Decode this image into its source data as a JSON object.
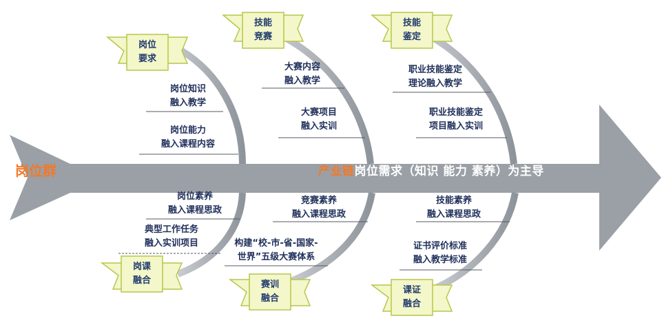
{
  "spine": {
    "left_label": "岗位群",
    "right_label_part1": "产业链",
    "right_label_part2": "岗位需求（知识  能力  素养）为主导"
  },
  "headers": {
    "top": [
      {
        "line1": "岗位",
        "line2": "要求"
      },
      {
        "line1": "技能",
        "line2": "竞赛"
      },
      {
        "line1": "技能",
        "line2": "鉴定"
      }
    ],
    "bottom": [
      {
        "line1": "岗课",
        "line2": "融合"
      },
      {
        "line1": "赛训",
        "line2": "融合"
      },
      {
        "line1": "课证",
        "line2": "融合"
      }
    ]
  },
  "branches": {
    "top_left": [
      {
        "line1": "岗位知识",
        "line2": "融入教学"
      },
      {
        "line1": "岗位能力",
        "line2": "融入课程内容"
      }
    ],
    "top_middle": [
      {
        "line1": "大赛内容",
        "line2": "融入教学"
      },
      {
        "line1": "大赛项目",
        "line2": "融入实训"
      }
    ],
    "top_right": [
      {
        "line1": "职业技能鉴定",
        "line2": "理论融入教学"
      },
      {
        "line1": "职业技能鉴定",
        "line2": "项目融入实训"
      }
    ],
    "bottom_left": [
      {
        "line1": "岗位素养",
        "line2": "融入课程思政"
      },
      {
        "line1": "典型工作任务",
        "line2": "融入实训项目"
      }
    ],
    "bottom_middle": [
      {
        "line1": "竞赛素养",
        "line2": "融入课程思政"
      },
      {
        "line1": "构建“校-市-省-国家-",
        "line2": "世界”五级大赛体系"
      }
    ],
    "bottom_right": [
      {
        "line1": "技能素养",
        "line2": "融入课程思政"
      },
      {
        "line1": "证书评价标准",
        "line2": "融入教学标准"
      }
    ]
  },
  "colors": {
    "arrow": "#9aa0a6",
    "arrow_dark": "#7e848b",
    "accent_orange": "#f07a2b",
    "box_fill": "#f3f7c9",
    "box_border": "#b7c64a",
    "text_navy": "#1f2f5a"
  }
}
